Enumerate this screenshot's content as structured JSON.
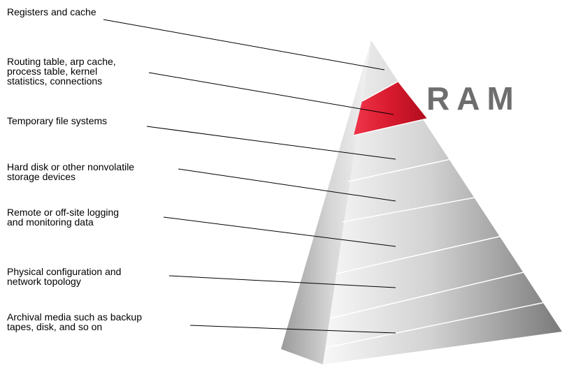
{
  "diagram": {
    "highlight_label": "RAM",
    "highlight_color": "#e0162b",
    "levels": [
      {
        "label": "Registers and cache"
      },
      {
        "label": "Routing table, arp cache,\nprocess table, kernel\nstatistics, connections"
      },
      {
        "label": "Temporary file systems"
      },
      {
        "label": "Hard disk or other nonvolatile\nstorage devices"
      },
      {
        "label": "Remote or off-site logging\nand monitoring data"
      },
      {
        "label": "Physical configuration and\nnetwork topology"
      },
      {
        "label": "Archival media such as backup\ntapes, disk, and so on"
      }
    ]
  }
}
